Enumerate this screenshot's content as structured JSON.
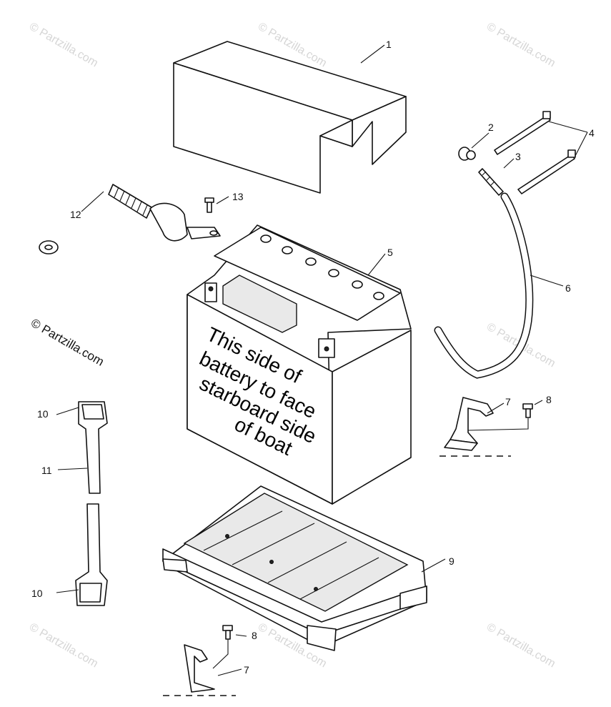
{
  "watermark": "© Partzilla.com",
  "copyright": "© Partzilla.com",
  "battery_label": [
    "This side of",
    "battery to face",
    "starboard side",
    "of boat"
  ],
  "callouts": {
    "c1": "1",
    "c2": "2",
    "c3": "3",
    "c4": "4",
    "c5": "5",
    "c6": "6",
    "c7a": "7",
    "c7b": "7",
    "c8a": "8",
    "c8b": "8",
    "c9": "9",
    "c10a": "10",
    "c10b": "10",
    "c11": "11",
    "c12": "12",
    "c13": "13"
  }
}
